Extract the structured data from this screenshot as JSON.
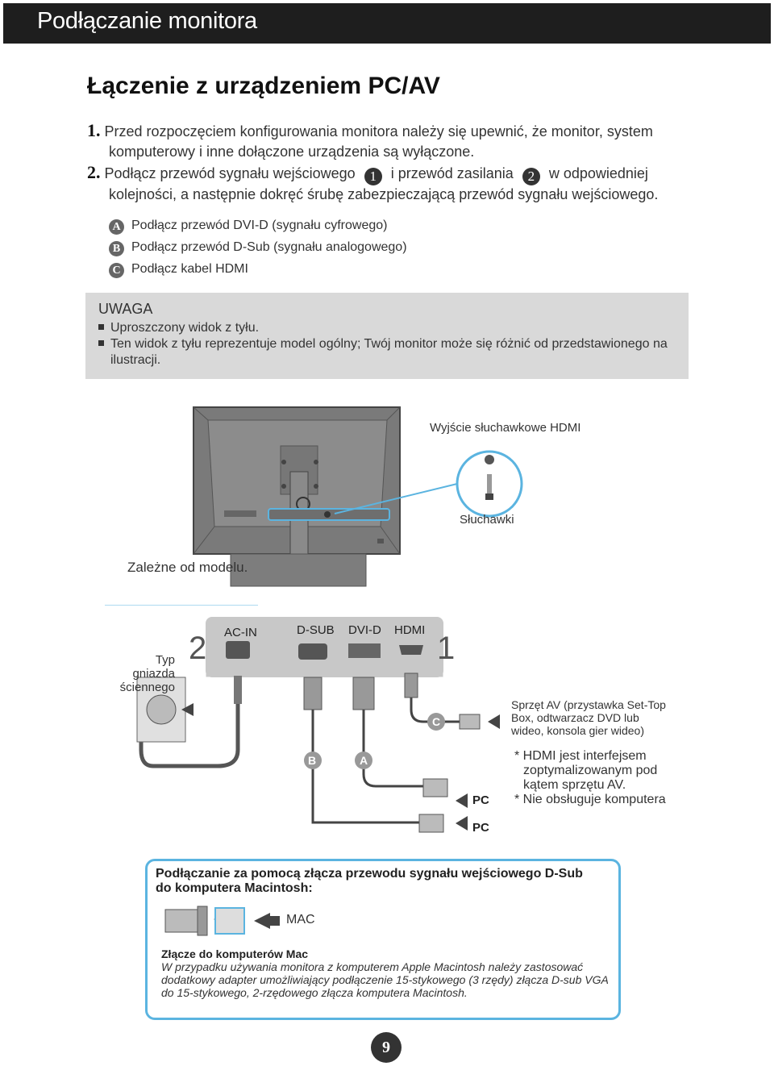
{
  "header": {
    "title": "Podłączanie monitora"
  },
  "section": {
    "title": "Łączenie z urządzeniem PC/AV"
  },
  "steps": [
    {
      "num": "1.",
      "line1": "Przed rozpoczęciem konfigurowania monitora należy się upewnić, że monitor, system",
      "line2": "komputerowy i inne dołączone urządzenia są wyłączone."
    },
    {
      "num": "2.",
      "part1": "Podłącz przewód sygnału wejściowego",
      "badge1": "1",
      "part2": "i przewód zasilania",
      "badge2": "2",
      "part3": "w odpowiedniej",
      "line2": "kolejności, a następnie dokręć śrubę zabezpieczającą  przewód sygnału wejściowego."
    }
  ],
  "options": [
    {
      "badge": "A",
      "text": "Podłącz przewód DVI-D (sygnału cyfrowego)"
    },
    {
      "badge": "B",
      "text": "Podłącz przewód D-Sub (sygnału analogowego)"
    },
    {
      "badge": "C",
      "text": "Podłącz kabel HDMI"
    }
  ],
  "note": {
    "title": "UWAGA",
    "items": [
      "Uproszczony widok z tyłu.",
      "Ten widok z tyłu reprezentuje model ogólny; Twój monitor może się różnić od przedstawionego na ilustracji."
    ]
  },
  "diagram": {
    "headphone_out_label": "Wyjście słuchawkowe HDMI",
    "headphones_label": "Słuchawki",
    "model_dependent": "Zależne od modelu.",
    "wall_socket_label_1": "Typ gniazda",
    "wall_socket_label_2": "ściennego",
    "num_2": "2",
    "num_1": "1",
    "port_acin": "AC-IN",
    "port_dsub": "D-SUB",
    "port_dvid": "DVI-D",
    "port_hdmi": "HDMI",
    "cable_b": "B",
    "cable_a": "A",
    "cable_c": "C",
    "pc_label_1": "PC",
    "pc_label_2": "PC",
    "av_device_1": "Sprzęt AV (przystawka Set-Top",
    "av_device_2": "Box, odtwarzacz DVD lub",
    "av_device_3": "wideo, konsola gier wideo)",
    "hdmi_note_1": "* HDMI jest interfejsem",
    "hdmi_note_2": "zoptymalizowanym pod",
    "hdmi_note_3": "kątem sprzętu AV.",
    "hdmi_note_4": "* Nie obsługuje komputera",
    "icons": [
      "monitor-back-icon",
      "headphone-jack-icon",
      "power-plug-icon",
      "vga-connector-icon",
      "dvi-connector-icon",
      "hdmi-connector-icon"
    ]
  },
  "mac": {
    "title_1": "Podłączanie za pomocą złącza przewodu sygnału wejściowego D-Sub",
    "title_2": "do komputera Macintosh:",
    "mac_label": "MAC",
    "subtitle": "Złącze do komputerów Mac",
    "desc_1": "W przypadku używania monitora z komputerem Apple Macintosh należy zastosować",
    "desc_2": "dodatkowy adapter umożliwiający podłączenie 15-stykowego (3 rzędy) złącza D-sub VGA",
    "desc_3": "do 15-stykowego, 2-rzędowego złącza komputera Macintosh."
  },
  "page_number": "9",
  "colors": {
    "header_bg": "#1e1e1e",
    "note_bg": "#d9d9d9",
    "accent_blue": "#5bb4e0",
    "panel_gray": "#c8c8c8"
  }
}
